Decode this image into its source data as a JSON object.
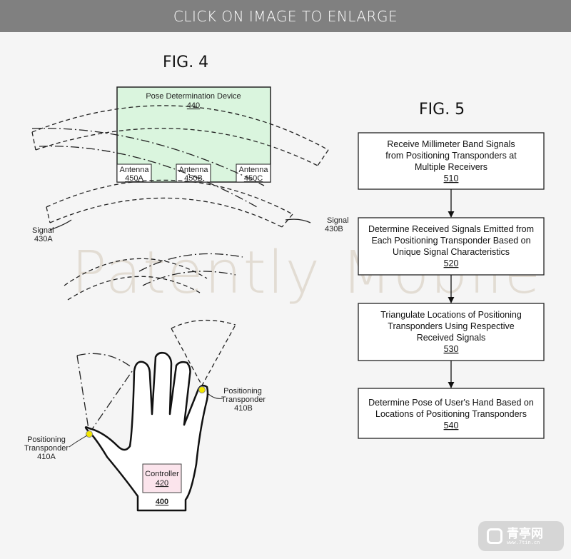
{
  "banner": {
    "label": "CLICK ON IMAGE TO ENLARGE"
  },
  "watermark": "Patently Mobile",
  "fig4": {
    "title": "FIG. 4",
    "device": {
      "label": "Pose Determination Device",
      "ref": "440"
    },
    "antennas": [
      {
        "label": "Antenna",
        "ref": "450A"
      },
      {
        "label": "Antenna",
        "ref": "450B"
      },
      {
        "label": "Antenna",
        "ref": "450C"
      }
    ],
    "signal_a": {
      "label": "Signal",
      "ref": "430A"
    },
    "signal_b": {
      "label": "Signal",
      "ref": "430B"
    },
    "transponder_a": {
      "line1": "Positioning",
      "line2": "Transponder",
      "ref": "410A"
    },
    "transponder_b": {
      "line1": "Positioning",
      "line2": "Transponder",
      "ref": "410B"
    },
    "controller": {
      "label": "Controller",
      "ref": "420"
    },
    "hand_ref": "400"
  },
  "fig5": {
    "title": "FIG. 5",
    "steps": [
      {
        "lines": [
          "Receive Millimeter Band Signals",
          "from Positioning Transponders at",
          "Multiple Receivers"
        ],
        "ref": "510"
      },
      {
        "lines": [
          "Determine Received Signals Emitted from",
          "Each Positioning Transponder Based on",
          "Unique Signal Characteristics"
        ],
        "ref": "520"
      },
      {
        "lines": [
          "Triangulate Locations of Positioning",
          "Transponders Using Respective",
          "Received Signals"
        ],
        "ref": "530"
      },
      {
        "lines": [
          "Determine Pose of User's Hand Based on",
          "Locations of Positioning Transponders"
        ],
        "ref": "540"
      }
    ]
  },
  "logo": {
    "name": "青亭网",
    "url": "www.7tin.cn"
  },
  "colors": {
    "banner": "#808080",
    "device_fill": "#daf5de",
    "controller_fill": "#fbe4ec",
    "transponder": "#f2e600"
  }
}
